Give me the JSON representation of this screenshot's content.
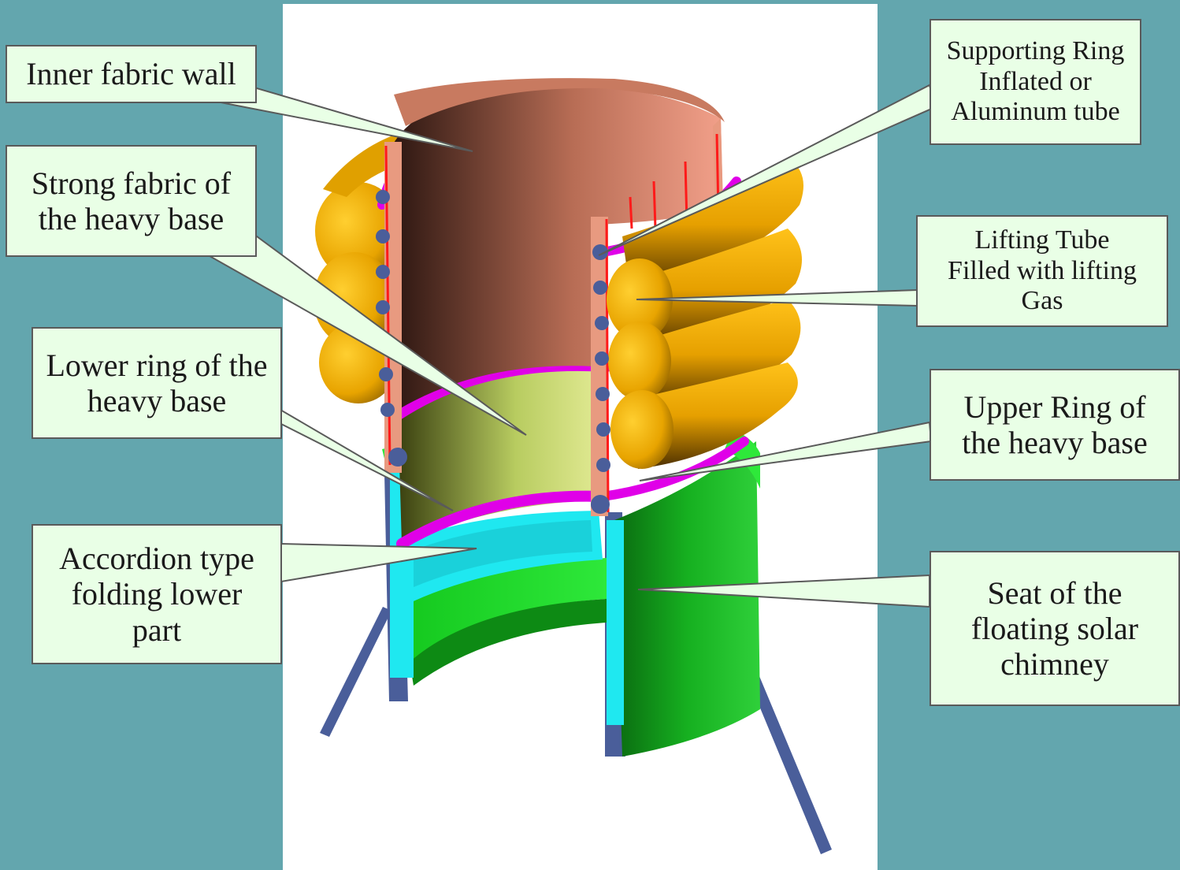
{
  "labels": {
    "inner_fabric_wall": [
      "Inner fabric wall"
    ],
    "strong_fabric": [
      "Strong fabric of",
      "the heavy base"
    ],
    "lower_ring": [
      "Lower ring of the",
      "heavy base"
    ],
    "accordion": [
      "Accordion type",
      "folding lower",
      "part"
    ],
    "supporting_ring": [
      "Supporting Ring",
      "Inflated  or",
      "Aluminum  tube"
    ],
    "lifting_tube": [
      "Lifting Tube",
      "Filled with lifting",
      "Gas"
    ],
    "upper_ring": [
      "Upper Ring of",
      "the heavy base"
    ],
    "seat": [
      "Seat of the",
      "floating solar",
      "chimney"
    ]
  },
  "colors": {
    "background": "#63A6AE",
    "canvas": "#FFFFFF",
    "label_fill": "#E9FFE6",
    "inner_wall": "#D98A70",
    "lifting_tube": "#E8A800",
    "ring": "#E000E8",
    "fabric_base": "#C9DC6A",
    "accordion": "#1FE8F0",
    "seat": "#12A81E",
    "legs": "#4A5E9A",
    "red_lines": "#FF1A1A"
  }
}
